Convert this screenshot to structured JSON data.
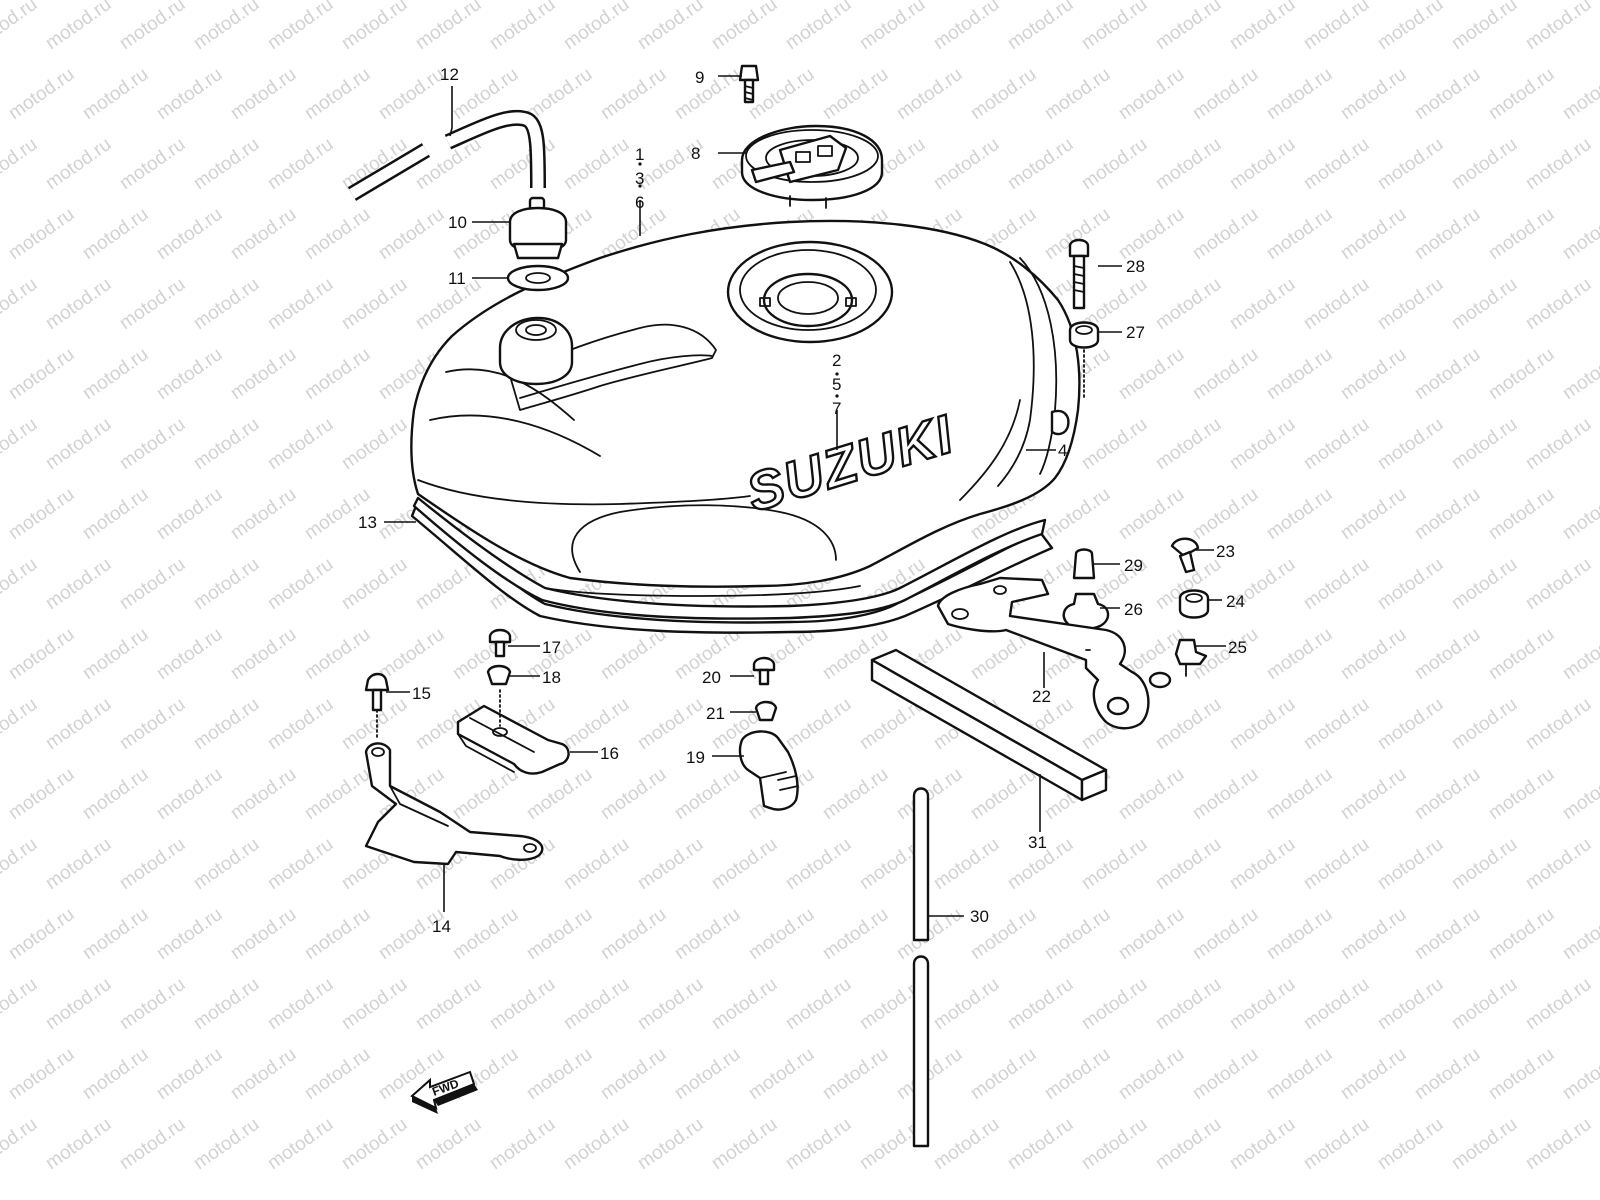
{
  "watermark": "motod.ru",
  "brand_text": "SUZUKI",
  "direction_label": "FWD",
  "labels": {
    "l1": "1",
    "l3": "3",
    "l6": "6",
    "l2": "2",
    "l5": "5",
    "l7": "7",
    "l4": "4",
    "l8": "8",
    "l9": "9",
    "l10": "10",
    "l11": "11",
    "l12": "12",
    "l13": "13",
    "l14": "14",
    "l15": "15",
    "l16": "16",
    "l17": "17",
    "l18": "18",
    "l19": "19",
    "l20": "20",
    "l21": "21",
    "l22": "22",
    "l23": "23",
    "l24": "24",
    "l25": "25",
    "l26": "26",
    "l27": "27",
    "l28": "28",
    "l29": "29",
    "l30": "30",
    "l31": "31"
  },
  "colors": {
    "line": "#111111",
    "watermark": "#d2d2d2",
    "background": "#ffffff"
  }
}
